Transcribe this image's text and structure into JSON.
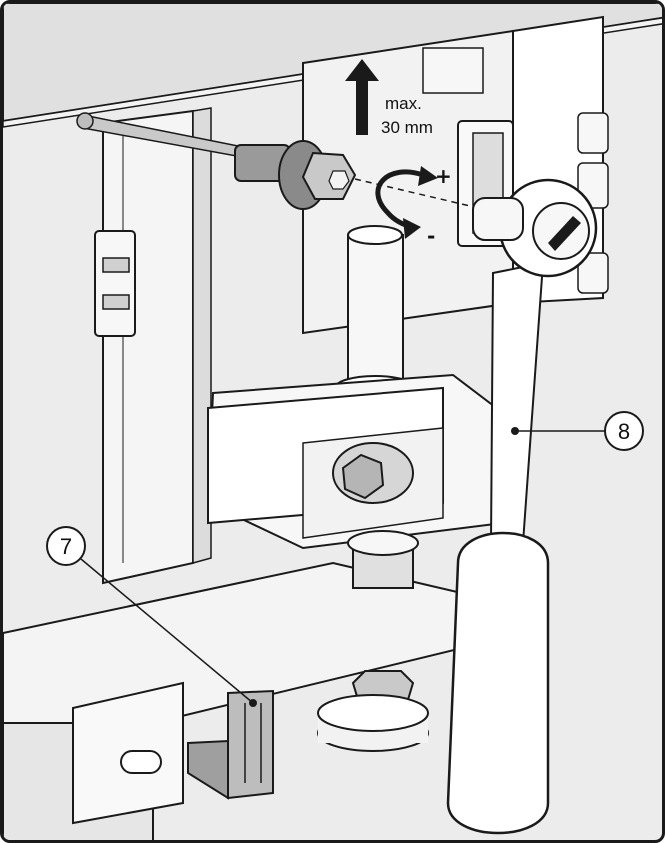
{
  "annotation": {
    "max_label": "max.",
    "distance_label": "30 mm"
  },
  "rotation": {
    "plus_sign": "+",
    "minus_sign": "-"
  },
  "callouts": [
    {
      "number": "7"
    },
    {
      "number": "8"
    }
  ],
  "colors": {
    "outline": "#1a1a1a",
    "background": "#ececec",
    "part_fill": "#f7f7f7",
    "shade": "#c9c9c9",
    "dark_metal": "#8a8a8a",
    "highlight_gray": "#9a9a9a"
  }
}
